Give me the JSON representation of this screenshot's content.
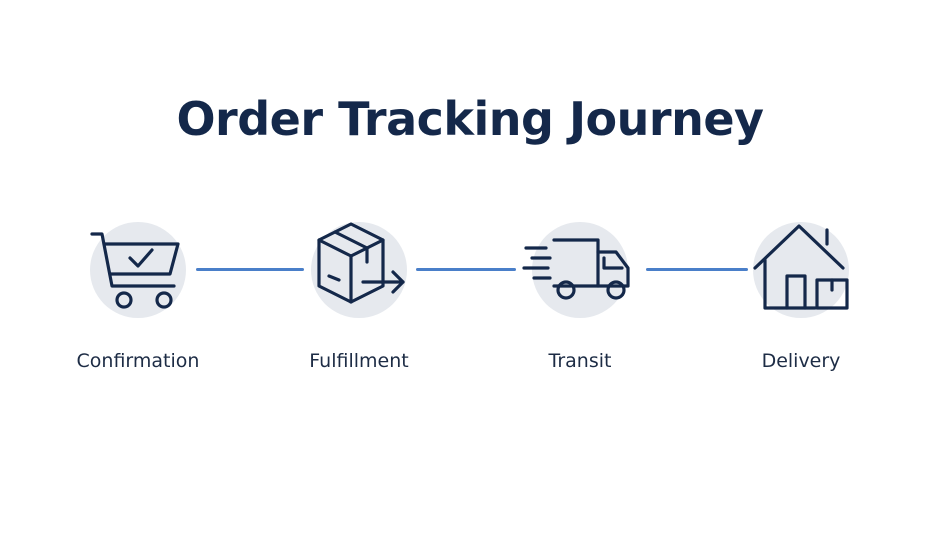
{
  "diagram": {
    "title": "Order Tracking Journey",
    "colors": {
      "title": "#14284a",
      "connector": "#4a7fc9",
      "icon_disc": "#e6e9ee",
      "icon_stroke": "#14284a"
    },
    "steps": [
      {
        "label": "Confirmation",
        "icon": "shopping-cart-check-icon"
      },
      {
        "label": "Fulfillment",
        "icon": "package-box-arrow-icon"
      },
      {
        "label": "Transit",
        "icon": "delivery-truck-icon"
      },
      {
        "label": "Delivery",
        "icon": "house-package-icon"
      }
    ]
  }
}
